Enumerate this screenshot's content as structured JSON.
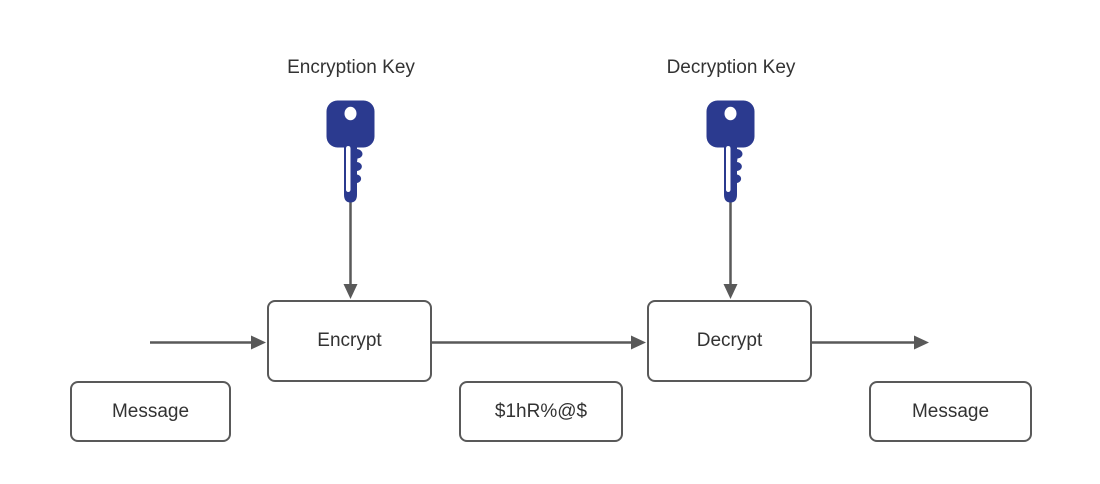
{
  "title": "Encryption and decryption process diagram",
  "colors": {
    "background": "#ffffff",
    "key_fill": "#2b3a8f",
    "box_border": "#595959",
    "arrow": "#595959",
    "text": "#333333"
  },
  "labels": {
    "encryption_key": "Encryption Key",
    "decryption_key": "Decryption Key",
    "encrypt": "Encrypt",
    "decrypt": "Decrypt",
    "message_in": "Message",
    "ciphertext": "$1hR%@$",
    "message_out": "Message"
  },
  "icons": {
    "encryption_key_icon": "key-icon",
    "decryption_key_icon": "key-icon"
  }
}
